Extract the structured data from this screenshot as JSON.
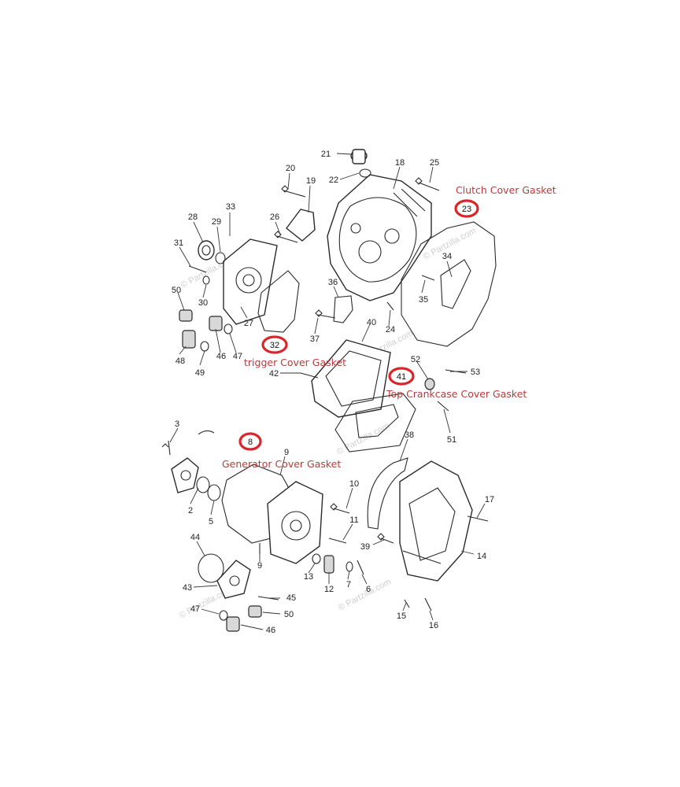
{
  "colors": {
    "callout": "#d9262b",
    "label": "#b83a3a",
    "line": "#2a2a2a",
    "watermark": "#cfcfcf"
  },
  "watermarks": [
    "© Partzilla.com",
    "© Partzilla.com",
    "© Partzilla.com",
    "© Partzilla.com",
    "© Partzilla.com",
    "© Partzilla.com"
  ],
  "callouts": [
    {
      "id": "clutch",
      "number": "23",
      "label": "Clutch Cover Gasket"
    },
    {
      "id": "trigger",
      "number": "32",
      "label": "trigger Cover Gasket"
    },
    {
      "id": "crankcase",
      "number": "41",
      "label": "Top Crankcase Cover Gasket"
    },
    {
      "id": "generator",
      "number": "8",
      "label": "Generator Cover Gasket"
    }
  ],
  "part_numbers": [
    {
      "id": "p21",
      "text": "21"
    },
    {
      "id": "p22",
      "text": "22"
    },
    {
      "id": "p18",
      "text": "18"
    },
    {
      "id": "p25",
      "text": "25"
    },
    {
      "id": "p20",
      "text": "20"
    },
    {
      "id": "p19",
      "text": "19"
    },
    {
      "id": "p26",
      "text": "26"
    },
    {
      "id": "p33",
      "text": "33"
    },
    {
      "id": "p28",
      "text": "28"
    },
    {
      "id": "p29",
      "text": "29"
    },
    {
      "id": "p31",
      "text": "31"
    },
    {
      "id": "p34",
      "text": "34"
    },
    {
      "id": "p35",
      "text": "35"
    },
    {
      "id": "p36",
      "text": "36"
    },
    {
      "id": "p50a",
      "text": "50"
    },
    {
      "id": "p30",
      "text": "30"
    },
    {
      "id": "p27",
      "text": "27"
    },
    {
      "id": "p37",
      "text": "37"
    },
    {
      "id": "p40",
      "text": "40"
    },
    {
      "id": "p24",
      "text": "24"
    },
    {
      "id": "p46a",
      "text": "46"
    },
    {
      "id": "p47a",
      "text": "47"
    },
    {
      "id": "p48",
      "text": "48"
    },
    {
      "id": "p49",
      "text": "49"
    },
    {
      "id": "p42",
      "text": "42"
    },
    {
      "id": "p52",
      "text": "52"
    },
    {
      "id": "p53",
      "text": "53"
    },
    {
      "id": "p51",
      "text": "51"
    },
    {
      "id": "p3",
      "text": "3"
    },
    {
      "id": "p9a",
      "text": "9"
    },
    {
      "id": "p38",
      "text": "38"
    },
    {
      "id": "p2",
      "text": "2"
    },
    {
      "id": "p5",
      "text": "5"
    },
    {
      "id": "p10",
      "text": "10"
    },
    {
      "id": "p17",
      "text": "17"
    },
    {
      "id": "p11",
      "text": "11"
    },
    {
      "id": "p44",
      "text": "44"
    },
    {
      "id": "p39",
      "text": "39"
    },
    {
      "id": "p14",
      "text": "14"
    },
    {
      "id": "p9b",
      "text": "9"
    },
    {
      "id": "p13",
      "text": "13"
    },
    {
      "id": "p12",
      "text": "12"
    },
    {
      "id": "p7",
      "text": "7"
    },
    {
      "id": "p6",
      "text": "6"
    },
    {
      "id": "p43",
      "text": "43"
    },
    {
      "id": "p45",
      "text": "45"
    },
    {
      "id": "p47b",
      "text": "47"
    },
    {
      "id": "p50b",
      "text": "50"
    },
    {
      "id": "p46b",
      "text": "46"
    },
    {
      "id": "p15",
      "text": "15"
    },
    {
      "id": "p16",
      "text": "16"
    }
  ]
}
